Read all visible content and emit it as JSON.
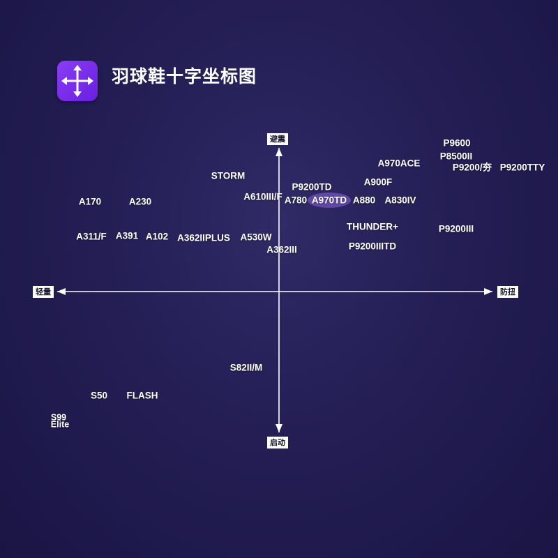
{
  "title": "羽球鞋十字坐标图",
  "logo_icon": "four-way-arrow-icon",
  "axes": {
    "top": "避震",
    "bottom": "启动",
    "left": "轻量",
    "right": "防扭"
  },
  "colors": {
    "background": "#241e55",
    "logo": "#7a2ff0",
    "highlight": "#6b4fb3",
    "axis": "#ffffff"
  },
  "highlight": "A970TD",
  "points": [
    {
      "id": "p9600",
      "label": "P9600"
    },
    {
      "id": "p8500ii",
      "label": "P8500II"
    },
    {
      "id": "p9200kua",
      "label": "P9200/夯"
    },
    {
      "id": "p9200tty",
      "label": "P9200TTY"
    },
    {
      "id": "a970ace",
      "label": "A970ACE"
    },
    {
      "id": "storm",
      "label": "STORM"
    },
    {
      "id": "a900f",
      "label": "A900F"
    },
    {
      "id": "p9200td",
      "label": "P9200TD"
    },
    {
      "id": "a610iiif",
      "label": "A610III/F"
    },
    {
      "id": "a780",
      "label": "A780"
    },
    {
      "id": "a970td",
      "label": "A970TD"
    },
    {
      "id": "a880",
      "label": "A880"
    },
    {
      "id": "a830iv",
      "label": "A830IV"
    },
    {
      "id": "a170",
      "label": "A170"
    },
    {
      "id": "a230",
      "label": "A230"
    },
    {
      "id": "thunderplus",
      "label": "THUNDER+"
    },
    {
      "id": "p9200iii",
      "label": "P9200III"
    },
    {
      "id": "a311f",
      "label": "A311/F"
    },
    {
      "id": "a391",
      "label": "A391"
    },
    {
      "id": "a102",
      "label": "A102"
    },
    {
      "id": "a362iiplus",
      "label": "A362IIPLUS"
    },
    {
      "id": "a530w",
      "label": "A530W"
    },
    {
      "id": "p9200iiitd",
      "label": "P9200IIITD"
    },
    {
      "id": "a362iii",
      "label": "A362III"
    },
    {
      "id": "s82iim",
      "label": "S82II/M"
    },
    {
      "id": "s50",
      "label": "S50"
    },
    {
      "id": "flash",
      "label": "FLASH"
    },
    {
      "id": "s99",
      "label": "S99"
    },
    {
      "id": "elite",
      "label": "Elite"
    }
  ]
}
